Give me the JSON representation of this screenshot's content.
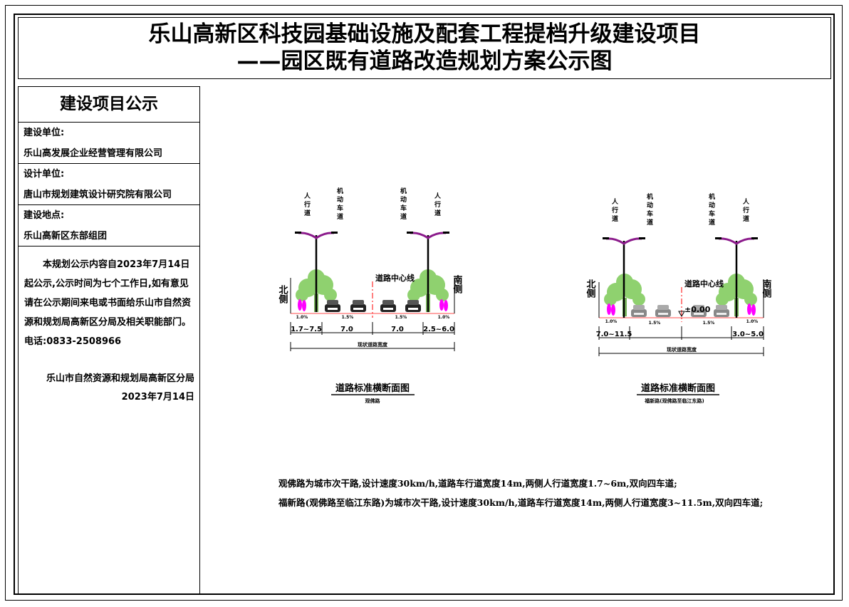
{
  "title": {
    "line1": "乐山高新区科技园基础设施及配套工程提档升级建设项目",
    "line2": "——园区既有道路改造规划方案公示图"
  },
  "panel": {
    "heading": "建设项目公示",
    "builder_label": "建设单位:",
    "builder": "乐山高发展企业经营管理有限公司",
    "designer_label": "设计单位:",
    "designer": "唐山市规划建筑设计研究院有限公司",
    "site_label": "建设地点:",
    "site": "乐山高新区东部组团",
    "notice": "本规划公示内容自2023年7月14日起公示,公示时间为七个工作日,如有意见请在公示期间来电或书面给乐山市自然资源和规划局高新区分局及相关职能部门。",
    "phone": "电话:0833-2508966",
    "org": "乐山市自然资源和规划局高新区分局",
    "date": "2023年7月14日"
  },
  "diagrams": [
    {
      "sidewalk": "人行道",
      "carriageway": "机动车道",
      "north": "北侧",
      "south": "南侧",
      "centerline": "道路中心线",
      "slope_side": "1.0%",
      "slope_road": "1.5%",
      "dims": [
        "1.7~7.5",
        "7.0",
        "7.0",
        "2.5~6.0"
      ],
      "total": "现状道路宽度",
      "title": "道路标准横断面图",
      "subtitle": "观佛路"
    },
    {
      "sidewalk": "人行道",
      "carriageway": "机动车道",
      "north": "北侧",
      "south": "南侧",
      "centerline": "道路中心线",
      "elevation": "±0.00",
      "slope_side": "1.0%",
      "slope_road": "1.5%",
      "dims": [
        "7.0~11.5",
        "3.0~5.0"
      ],
      "total": "现状道路宽度",
      "title": "道路标准横断面图",
      "subtitle": "福新路(观佛路至临江东路)"
    }
  ],
  "descriptions": [
    "观佛路为城市次干路,设计速度30km/h,道路车行道宽度14m,两侧人行道宽度1.7~6m,双向四车道;",
    "福新路(观佛路至临江东路)为城市次干路,设计速度30km/h,道路车行道宽度14m,两侧人行道宽度3~11.5m,双向四车道;"
  ],
  "colors": {
    "tree": "#8fd16f",
    "people": "#ff00ff",
    "centerline": "#ff0000",
    "lamp": "#8b1a8b"
  }
}
